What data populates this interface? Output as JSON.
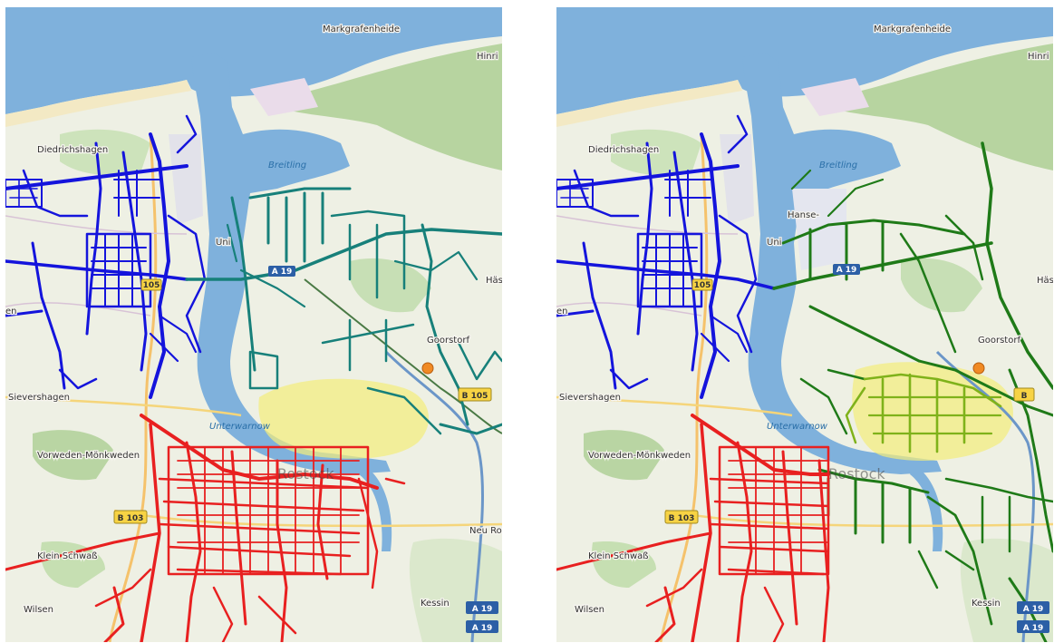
{
  "panels": [
    {
      "id": "left",
      "network_colors": [
        "#1414dc",
        "#e82020",
        "#17807a"
      ],
      "highlight_color": "#f3ec7a"
    },
    {
      "id": "right",
      "network_colors": [
        "#1414dc",
        "#e82020",
        "#1f7a18"
      ],
      "highlight_color": "#f3ec7a"
    }
  ],
  "labels": {
    "markgrafenheide": "Markgrafenheide",
    "hinrichshagen": "Hinri",
    "diedrichshagen": "Diedrichshagen",
    "breitling": "Breitling",
    "hasel": "Häsc",
    "goorstorf": "Goorstorf",
    "sievershagen": "Sievershagen",
    "unterwarnow": "Unterwarnow",
    "vorweden": "Vorweden-Mönkweden",
    "klein_schwass": "Klein Schwaß",
    "wilsen": "Wilsen",
    "kessin": "Kessin",
    "neu_roggentin": "Neu Ro",
    "city": "Rostock",
    "en": "en",
    "uni": "Uni",
    "hanse": "Hanse-",
    "road_b103": "B 103",
    "road_b105": "B 105",
    "road_a19_1": "A 19",
    "road_a19_2": "A 19",
    "road_a19_top": "A 19",
    "road_b": "B",
    "road_b105s": "105"
  }
}
